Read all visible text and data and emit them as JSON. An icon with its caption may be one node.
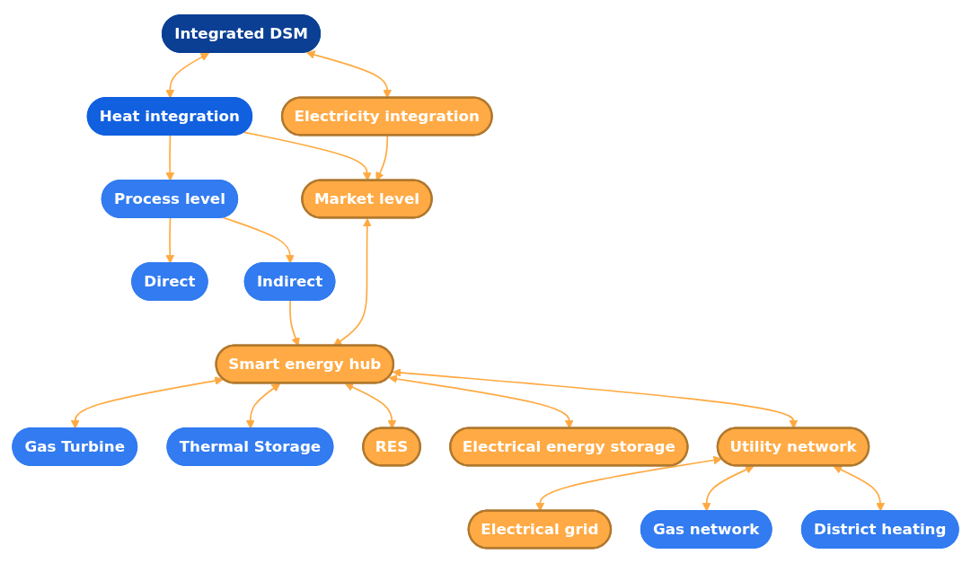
{
  "diagram": {
    "nodes": [
      {
        "text": [
          "Integrated DSM"
        ]
      },
      {
        "text": [
          "Heat integration"
        ]
      },
      {
        "text": [
          "Electricity integration"
        ]
      },
      {
        "text": [
          "Process level"
        ]
      },
      {
        "text": [
          "Market level"
        ]
      },
      {
        "text": [
          "Direct"
        ]
      },
      {
        "text": [
          "Indirect"
        ]
      },
      {
        "text": [
          "Gas Turbine"
        ]
      },
      {
        "text": [
          "Thermal Storage"
        ]
      },
      {
        "text": [
          "RES"
        ]
      },
      {
        "text": [
          "Smart energy hub"
        ]
      },
      {
        "text": [
          "Electrical energy storage"
        ]
      },
      {
        "text": [
          "Utility network"
        ]
      },
      {
        "text": [
          "Electrical grid"
        ]
      },
      {
        "text": [
          "Gas network"
        ]
      },
      {
        "text": [
          "District heating"
        ]
      }
    ],
    "edges": [
      {
        "from": 0,
        "to": 1,
        "arrow": "both"
      },
      {
        "from": 0,
        "to": 2,
        "arrow": "both"
      },
      {
        "from": 1,
        "to": 4,
        "arrow": "to"
      },
      {
        "from": 2,
        "to": 4,
        "arrow": "to"
      },
      {
        "from": 1,
        "to": 3,
        "arrow": "to"
      },
      {
        "from": 3,
        "to": 5,
        "arrow": "to"
      },
      {
        "from": 3,
        "to": 6,
        "arrow": "to"
      },
      {
        "from": 6,
        "to": 10,
        "arrow": "to"
      },
      {
        "from": 4,
        "to": 10,
        "arrow": "both"
      },
      {
        "from": 10,
        "to": 7,
        "arrow": "both"
      },
      {
        "from": 10,
        "to": 8,
        "arrow": "both"
      },
      {
        "from": 10,
        "to": 9,
        "arrow": "both"
      },
      {
        "from": 10,
        "to": 11,
        "arrow": "both"
      },
      {
        "from": 10,
        "to": 12,
        "arrow": "both"
      },
      {
        "from": 12,
        "to": 13,
        "arrow": "both"
      },
      {
        "from": 12,
        "to": 14,
        "arrow": "both"
      },
      {
        "from": 12,
        "to": 15,
        "arrow": "both"
      }
    ]
  }
}
